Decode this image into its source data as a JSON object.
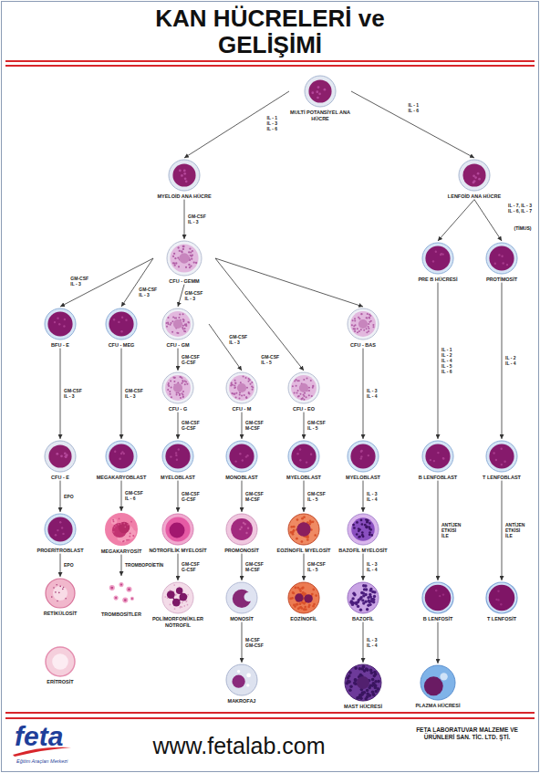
{
  "diagram": {
    "title": "KAN HÜCRELERİ ve GELİŞİMİ",
    "nodes": [
      {
        "text": [
          "MULTİ POTANSİYEL ANA HÜCRE"
        ]
      },
      {
        "text": [
          "MYELOİD ANA HÜCRE"
        ]
      },
      {
        "text": [
          "LENFOİD ANA HÜCRE"
        ]
      },
      {
        "text": [
          "CFU - GEMM"
        ]
      },
      {
        "text": [
          "PRE B HÜCRESİ"
        ]
      },
      {
        "text": [
          "PROTİMOSİT"
        ]
      },
      {
        "text": [
          "BFU - E"
        ]
      },
      {
        "text": [
          "CFU - MEG"
        ]
      },
      {
        "text": [
          "CFU - GM"
        ]
      },
      {
        "text": [
          "CFU - BAS"
        ]
      },
      {
        "text": [
          "CFU - G"
        ]
      },
      {
        "text": [
          "CFU - M"
        ]
      },
      {
        "text": [
          "CFU - EO"
        ]
      },
      {
        "text": [
          "CFU - E"
        ]
      },
      {
        "text": [
          "MEGAKARYOBLAST"
        ]
      },
      {
        "text": [
          "MYELOBLAST"
        ]
      },
      {
        "text": [
          "MONOBLAST"
        ]
      },
      {
        "text": [
          "MYELOBLAST"
        ]
      },
      {
        "text": [
          "MYELOBLAST"
        ]
      },
      {
        "text": [
          "B LENFOBLAST"
        ]
      },
      {
        "text": [
          "T LENFOBLAST"
        ]
      },
      {
        "text": [
          "PROERİTROBLAST"
        ]
      },
      {
        "text": [
          "MEGAKARYOSİT"
        ]
      },
      {
        "text": [
          "NÖTROFİLİK MYELOSİT"
        ]
      },
      {
        "text": [
          "PROMONOSİT"
        ]
      },
      {
        "text": [
          "EOZİNOFİL MYELOSİT"
        ]
      },
      {
        "text": [
          "BAZOFİL MYELOSİT"
        ]
      },
      {
        "text": [
          "RETİKÜLOSİT"
        ]
      },
      {
        "text": [
          "TROMBOSİTLER"
        ]
      },
      {
        "text": [
          "POLİMORFONÜKLER NÖTROFİL"
        ]
      },
      {
        "text": [
          "MONOSİT"
        ]
      },
      {
        "text": [
          "EOZİNOFİL"
        ]
      },
      {
        "text": [
          "BAZOFİL"
        ]
      },
      {
        "text": [
          "B LENFOSİT"
        ]
      },
      {
        "text": [
          "T LENFOSİT"
        ]
      },
      {
        "text": [
          "ERİTROSİT"
        ]
      },
      {
        "text": [
          "MAKROFAJ"
        ]
      },
      {
        "text": [
          "MAST HÜCRESİ"
        ]
      },
      {
        "text": [
          "PLAZMA HÜCRESİ"
        ]
      }
    ],
    "edges": [
      {
        "from": 0,
        "to": 1,
        "arrow": "to",
        "label": "IL - 1 IL - 3 IL - 6"
      },
      {
        "from": 0,
        "to": 2,
        "arrow": "to",
        "label": "IL - 1 IL - 6"
      },
      {
        "from": 1,
        "to": 3,
        "arrow": "to",
        "label": "GM-CSF IL - 3"
      },
      {
        "from": 2,
        "to": 4,
        "arrow": "to"
      },
      {
        "from": 2,
        "to": 5,
        "arrow": "to",
        "label": "IL - 7, IL - 3 IL - 6, IL - 7"
      },
      {
        "from": 3,
        "to": 6,
        "arrow": "to",
        "label": "GM-CSF IL - 3"
      },
      {
        "from": 3,
        "to": 7,
        "arrow": "to",
        "label": "GM-CSF IL - 3"
      },
      {
        "from": 3,
        "to": 8,
        "arrow": "to",
        "label": "GM-CSF IL - 3"
      },
      {
        "from": 3,
        "to": 12,
        "arrow": "to",
        "label": "GM-CSF IL - 5"
      },
      {
        "from": 3,
        "to": 9,
        "arrow": "to"
      },
      {
        "from": 8,
        "to": 10,
        "arrow": "to",
        "label": "GM-CSF G-CSF"
      },
      {
        "from": 8,
        "to": 11,
        "arrow": "to",
        "label": "GM-CSF IL - 3"
      },
      {
        "from": 6,
        "to": 13,
        "arrow": "to",
        "label": "GM-CSF IL - 3"
      },
      {
        "from": 7,
        "to": 14,
        "arrow": "to",
        "label": "GM-CSF IL - 3"
      },
      {
        "from": 10,
        "to": 15,
        "arrow": "to",
        "label": "GM-CSF G-CSF"
      },
      {
        "from": 11,
        "to": 16,
        "arrow": "to",
        "label": "GM-CSF M-CSF"
      },
      {
        "from": 12,
        "to": 17,
        "arrow": "to",
        "label": "GM-CSF IL - 5"
      },
      {
        "from": 9,
        "to": 18,
        "arrow": "to",
        "label": "IL - 3 IL - 4"
      },
      {
        "from": 4,
        "to": 19,
        "arrow": "to",
        "label": "IL - 1 IL - 2 IL - 4 IL - 5 IL - 6"
      },
      {
        "from": 5,
        "to": 20,
        "arrow": "to",
        "label": "IL - 2 IL - 4"
      },
      {
        "from": 13,
        "to": 21,
        "arrow": "to",
        "label": "EPO"
      },
      {
        "from": 14,
        "to": 22,
        "arrow": "to",
        "label": "GM-CSF IL - 6"
      },
      {
        "from": 15,
        "to": 23,
        "arrow": "to",
        "label": "GM-CSF G-CSF"
      },
      {
        "from": 16,
        "to": 24,
        "arrow": "to",
        "label": "GM-CSF M-CSF"
      },
      {
        "from": 17,
        "to": 25,
        "arrow": "to",
        "label": "GM-CSF IL - 5"
      },
      {
        "from": 18,
        "to": 26,
        "arrow": "to",
        "label": "IL - 3 IL - 4"
      },
      {
        "from": 21,
        "to": 27,
        "arrow": "to",
        "label": "EPO"
      },
      {
        "from": 22,
        "to": 28,
        "arrow": "to",
        "label": "TROMBOPOİETİN"
      },
      {
        "from": 23,
        "to": 29,
        "arrow": "to",
        "label": "GM-CSF G-CSF"
      },
      {
        "from": 24,
        "to": 30,
        "arrow": "to",
        "label": "GM-CSF M-CSF"
      },
      {
        "from": 25,
        "to": 31,
        "arrow": "to",
        "label": "GM-CSF IL - 5"
      },
      {
        "from": 26,
        "to": 32,
        "arrow": "to",
        "label": "IL - 3 IL - 4"
      },
      {
        "from": 19,
        "to": 33,
        "arrow": "to",
        "label": "ANTİJEN ETKİSİ İLE"
      },
      {
        "from": 20,
        "to": 34,
        "arrow": "to",
        "label": "ANTİJEN ETKİSİ İLE"
      },
      {
        "from": 30,
        "to": 36,
        "arrow": "to",
        "label": "M-CSF GM-CSF"
      },
      {
        "from": 32,
        "to": 37,
        "arrow": "to",
        "label": "IL - 3 IL - 4"
      },
      {
        "from": 33,
        "to": 38,
        "arrow": "to"
      }
    ],
    "labels": [
      "(TİMUS)",
      "feta",
      "Eğitim Araçları Merkezi",
      "www.fetalab.com",
      "FETA LABORATUVAR MALZEME VE ÜRÜNLERİ SAN. TİC. LTD. ŞTİ."
    ]
  }
}
